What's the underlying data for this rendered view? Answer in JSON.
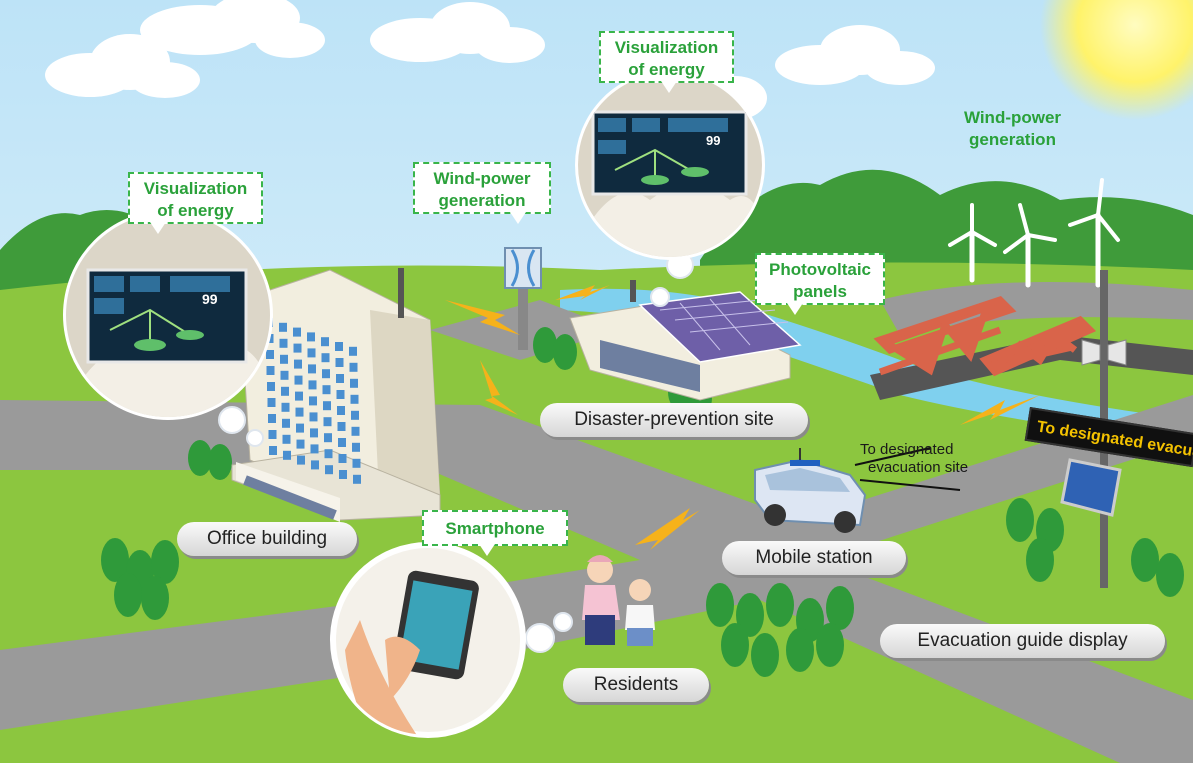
{
  "labels": {
    "vis_energy_left": [
      "Visualization",
      "of energy"
    ],
    "vis_energy_top": [
      "Visualization",
      "of energy"
    ],
    "wind_power_center": [
      "Wind-power",
      "generation"
    ],
    "wind_power_right": [
      "Wind-power",
      "generation"
    ],
    "photovoltaic": [
      "Photovoltaic",
      "panels"
    ],
    "smartphone": "Smartphone",
    "disaster_site": "Disaster-prevention site",
    "office_building": "Office building",
    "mobile_station": "Mobile station",
    "residents": "Residents",
    "evacuation_display": "Evacuation guide display",
    "to_evacuation_site": [
      "To designated",
      "evacuation site"
    ],
    "led_sign": "To designated evacuatio"
  },
  "screen_readouts": {
    "left": "99",
    "top": "99"
  },
  "colors": {
    "sky": "#cfe9f7",
    "grass": "#8cc63f",
    "mountain": "#3f9b3a",
    "road": "#9a9a9a",
    "river": "#7fd0ee",
    "callout_green": "#39b54a",
    "building": "#f2eedf",
    "window": "#4a8fd0",
    "bridge": "#d9644a",
    "solar": "#6e5fa8",
    "lightning": "#f6b21a",
    "sun": "#fff36a"
  }
}
